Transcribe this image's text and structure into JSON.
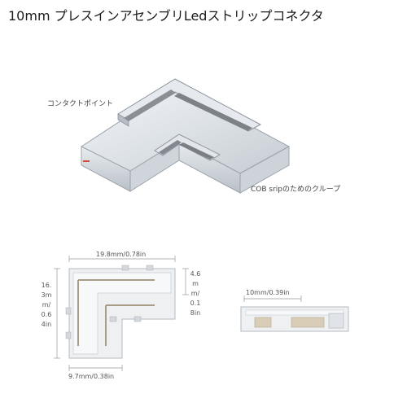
{
  "title": "10mm プレスインアセンブリLedストリップコネクタ",
  "callouts": {
    "contact_point": "コンタクトポイント",
    "cob_strip_groove": "COB sripのためのクループ"
  },
  "dimensions": {
    "top_width": "19.8mm/0.78in",
    "left_height": "16.3mm/0.64in",
    "right_height": "4.6mm/0.18in",
    "bottom_width": "9.7mm/0.38in",
    "side_view_width": "10mm/0.39in"
  }
}
